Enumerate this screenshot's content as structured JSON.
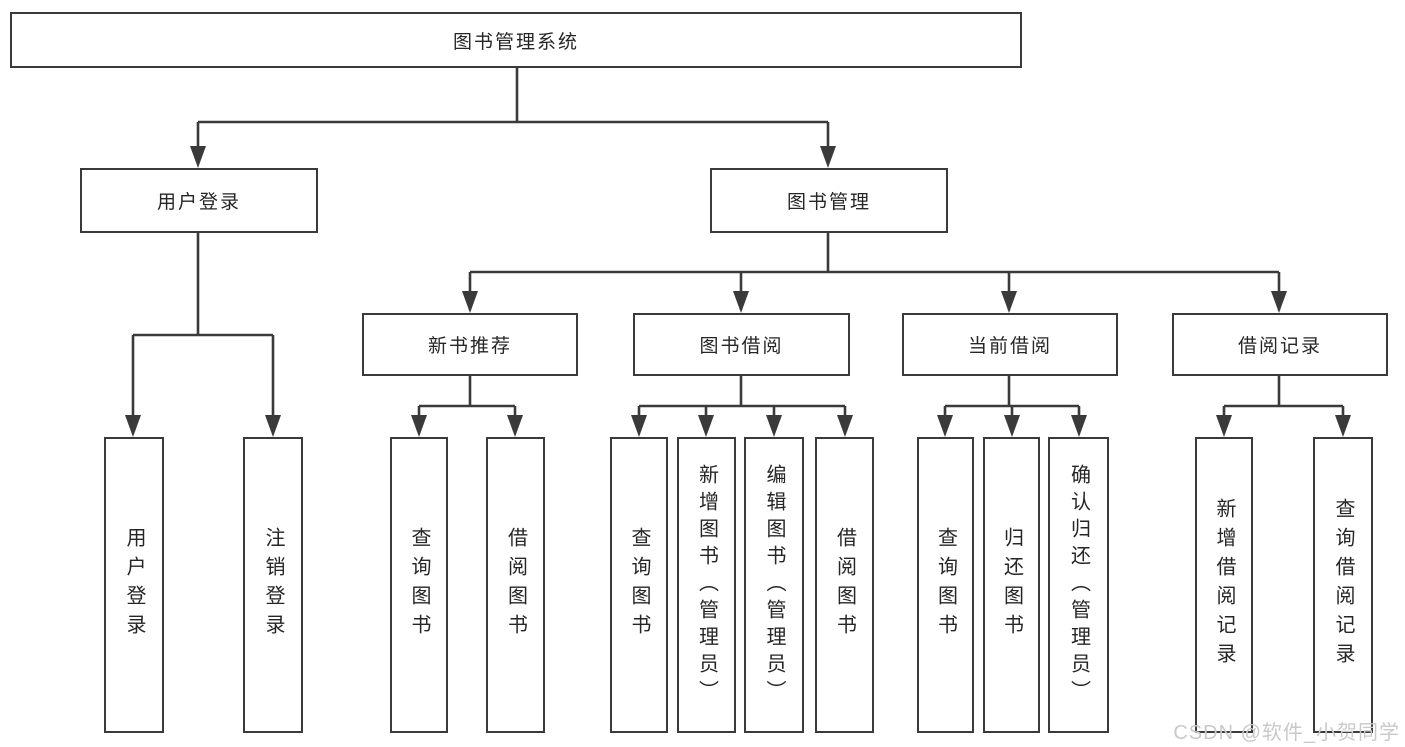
{
  "diagram_title": "图书管理系统",
  "nodes": {
    "root": "图书管理系统",
    "level2": {
      "user_login": "用户登录",
      "book_management": "图书管理"
    },
    "level3": {
      "new_book_recommend": "新书推荐",
      "book_borrowing": "图书借阅",
      "current_borrowing": "当前借阅",
      "borrowing_records": "借阅记录"
    },
    "leaves": {
      "user_login": "用户登录",
      "logout": "注销登录",
      "recommend_query_books": "查询图书",
      "recommend_borrow_books": "借阅图书",
      "borrowing_query_books": "查询图书",
      "borrowing_add_books": "新增图书（管理员）",
      "borrowing_edit_books": "编辑图书（管理员）",
      "borrowing_borrow_books": "借阅图书",
      "current_query_books": "查询图书",
      "current_return_books": "归还图书",
      "current_confirm_return": "确认归还（管理员）",
      "records_add_record": "新增借阅记录",
      "records_query_record": "查询借阅记录"
    }
  },
  "watermark": {
    "text": "CSDN @软件_小贺同学"
  },
  "colors": {
    "line": "#3a3a3a",
    "text": "#262626",
    "watermark": "#c9c9c9",
    "background": "#ffffff"
  }
}
